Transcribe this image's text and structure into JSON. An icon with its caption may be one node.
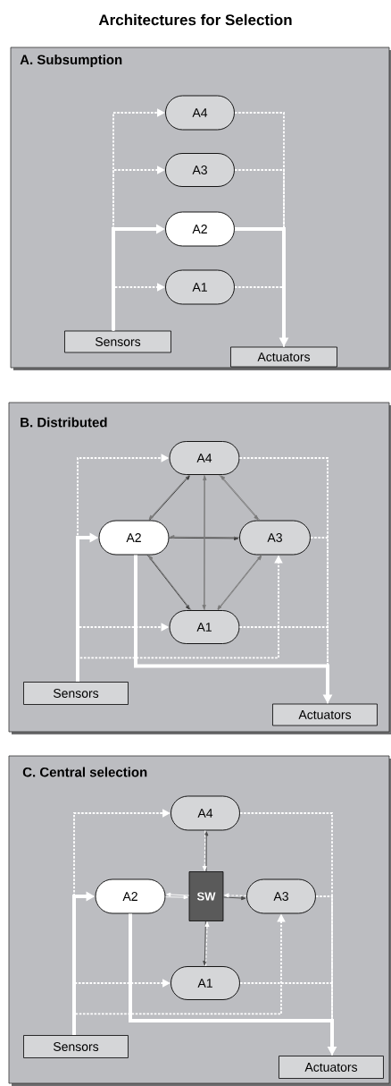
{
  "diagram": {
    "title": "Architectures for Selection",
    "nodes": [
      {
        "text": [
          "A. Subsumption"
        ]
      },
      {
        "text": [
          "A4"
        ],
        "in": 0
      },
      {
        "text": [
          "A3"
        ],
        "in": 0
      },
      {
        "text": [
          "A2"
        ],
        "in": 0
      },
      {
        "text": [
          "A1"
        ],
        "in": 0
      },
      {
        "text": [
          "Sensors"
        ],
        "in": 0
      },
      {
        "text": [
          "Actuators"
        ],
        "in": 0
      },
      {
        "text": [
          "B. Distributed"
        ]
      },
      {
        "text": [
          "A4"
        ],
        "in": 7
      },
      {
        "text": [
          "A2"
        ],
        "in": 7
      },
      {
        "text": [
          "A3"
        ],
        "in": 7
      },
      {
        "text": [
          "A1"
        ],
        "in": 7
      },
      {
        "text": [
          "Sensors"
        ],
        "in": 7
      },
      {
        "text": [
          "Actuators"
        ],
        "in": 7
      },
      {
        "text": [
          "C. Central selection"
        ]
      },
      {
        "text": [
          "A4"
        ],
        "in": 14
      },
      {
        "text": [
          "A2"
        ],
        "in": 14
      },
      {
        "text": [
          "SW"
        ],
        "in": 14
      },
      {
        "text": [
          "A3"
        ],
        "in": 14
      },
      {
        "text": [
          "A1"
        ],
        "in": 14
      },
      {
        "text": [
          "Sensors"
        ],
        "in": 14
      },
      {
        "text": [
          "Actuators"
        ],
        "in": 14
      }
    ],
    "edges": [
      {
        "from": 5,
        "to": 1,
        "arrow": "to",
        "style": "dashed"
      },
      {
        "from": 5,
        "to": 2,
        "arrow": "to",
        "style": "dashed"
      },
      {
        "from": 5,
        "to": 3,
        "arrow": "to",
        "style": "thick"
      },
      {
        "from": 5,
        "to": 4,
        "arrow": "to",
        "style": "dashed"
      },
      {
        "from": 1,
        "to": 6,
        "arrow": "none",
        "style": "dashed"
      },
      {
        "from": 2,
        "to": 6,
        "arrow": "none",
        "style": "dashed"
      },
      {
        "from": 3,
        "to": 6,
        "arrow": "to",
        "style": "thick"
      },
      {
        "from": 4,
        "to": 6,
        "arrow": "none",
        "style": "dashed"
      },
      {
        "from": 12,
        "to": 8,
        "arrow": "to",
        "style": "dashed"
      },
      {
        "from": 12,
        "to": 9,
        "arrow": "to",
        "style": "thick"
      },
      {
        "from": 12,
        "to": 11,
        "arrow": "to",
        "style": "dashed"
      },
      {
        "from": 12,
        "to": 10,
        "arrow": "to",
        "style": "dashed"
      },
      {
        "from": 9,
        "to": 13,
        "arrow": "to",
        "style": "thick"
      },
      {
        "from": 8,
        "to": 13,
        "arrow": "none",
        "style": "dashed"
      },
      {
        "from": 10,
        "to": 13,
        "arrow": "none",
        "style": "dashed"
      },
      {
        "from": 11,
        "to": 13,
        "arrow": "none",
        "style": "dashed"
      },
      {
        "from": 9,
        "to": 8,
        "arrow": "to",
        "color": "#3a3a3a"
      },
      {
        "from": 8,
        "to": 9,
        "arrow": "to",
        "color": "#7a7a7a"
      },
      {
        "from": 8,
        "to": 10,
        "arrow": "to",
        "color": "#7a7a7a"
      },
      {
        "from": 10,
        "to": 8,
        "arrow": "to",
        "color": "#7a7a7a"
      },
      {
        "from": 9,
        "to": 10,
        "arrow": "to",
        "color": "#3a3a3a"
      },
      {
        "from": 10,
        "to": 9,
        "arrow": "to",
        "color": "#7a7a7a"
      },
      {
        "from": 9,
        "to": 11,
        "arrow": "to",
        "color": "#3a3a3a"
      },
      {
        "from": 11,
        "to": 9,
        "arrow": "to",
        "color": "#7a7a7a"
      },
      {
        "from": 11,
        "to": 8,
        "arrow": "to",
        "color": "#7a7a7a"
      },
      {
        "from": 8,
        "to": 11,
        "arrow": "to",
        "color": "#7a7a7a"
      },
      {
        "from": 11,
        "to": 10,
        "arrow": "to",
        "color": "#7a7a7a"
      },
      {
        "from": 10,
        "to": 11,
        "arrow": "to",
        "color": "#7a7a7a"
      },
      {
        "from": 20,
        "to": 15,
        "arrow": "to",
        "style": "dashed"
      },
      {
        "from": 20,
        "to": 16,
        "arrow": "to",
        "style": "thick"
      },
      {
        "from": 20,
        "to": 19,
        "arrow": "to",
        "style": "dashed"
      },
      {
        "from": 20,
        "to": 18,
        "arrow": "to",
        "style": "dashed"
      },
      {
        "from": 16,
        "to": 21,
        "arrow": "to",
        "style": "thick"
      },
      {
        "from": 15,
        "to": 21,
        "arrow": "none",
        "style": "dashed"
      },
      {
        "from": 18,
        "to": 21,
        "arrow": "none",
        "style": "dashed"
      },
      {
        "from": 19,
        "to": 21,
        "arrow": "none",
        "style": "dashed"
      },
      {
        "from": 17,
        "to": 15,
        "arrow": "to",
        "color": "#4a4a4a"
      },
      {
        "from": 15,
        "to": 17,
        "arrow": "to",
        "style": "dashed"
      },
      {
        "from": 16,
        "to": 17,
        "arrow": "to"
      },
      {
        "from": 17,
        "to": 16,
        "arrow": "to"
      },
      {
        "from": 17,
        "to": 18,
        "arrow": "to",
        "color": "#4a4a4a"
      },
      {
        "from": 18,
        "to": 17,
        "arrow": "to",
        "style": "dashed"
      },
      {
        "from": 17,
        "to": 19,
        "arrow": "to",
        "color": "#4a4a4a"
      },
      {
        "from": 19,
        "to": 17,
        "arrow": "to",
        "style": "dashed"
      }
    ]
  }
}
